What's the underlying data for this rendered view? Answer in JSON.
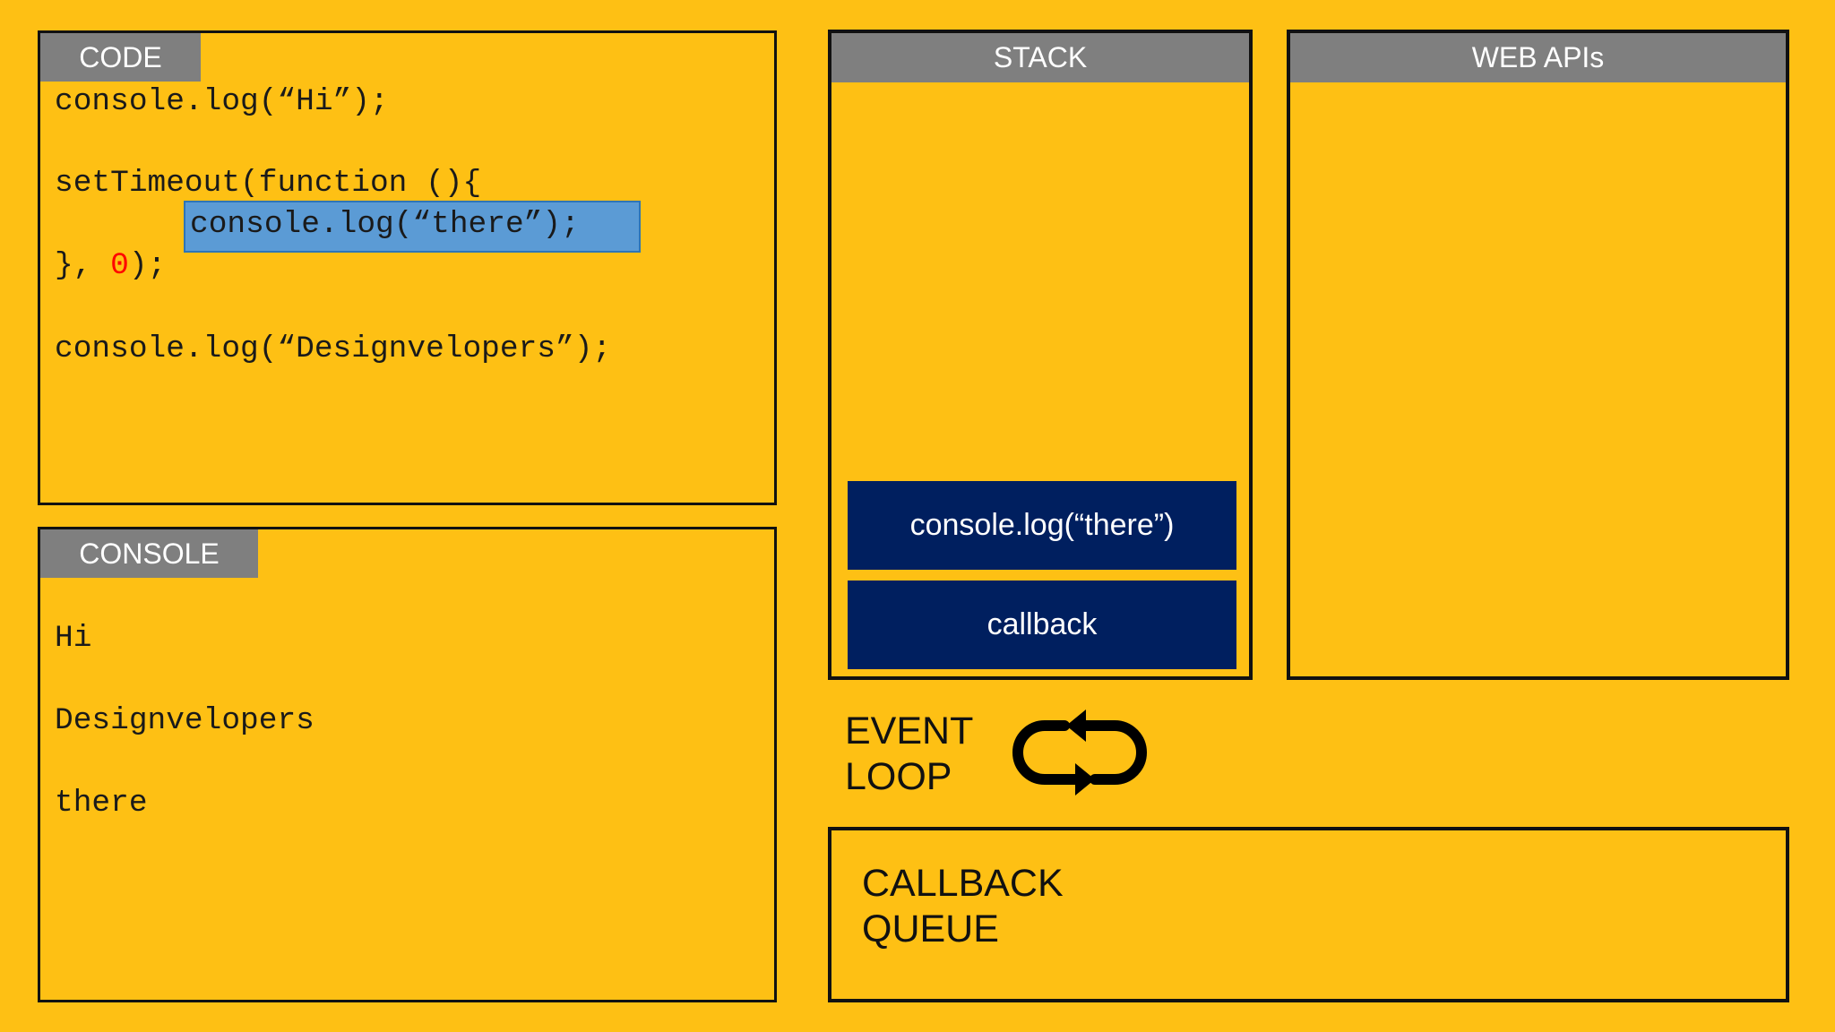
{
  "code_panel": {
    "tab": "CODE",
    "lines": {
      "l1": "console.log(“Hi”);",
      "l2": "setTimeout(function (){",
      "l3": "console.log(“there”);",
      "l4a": "},",
      "l4_num": "0",
      "l4b": ");",
      "l5": "console.log(“Designvelopers”);"
    }
  },
  "console_panel": {
    "tab": "CONSOLE",
    "outputs": [
      "Hi",
      "Designvelopers",
      "there"
    ]
  },
  "stack_panel": {
    "tab": "STACK",
    "frames": [
      "console.log(“there”)",
      "callback"
    ]
  },
  "webapis_panel": {
    "tab": "WEB APIs"
  },
  "event_loop": {
    "line1": "EVENT",
    "line2": "LOOP",
    "icon": "loop-arrows-icon"
  },
  "callback_queue": {
    "line1": "CALLBACK",
    "line2": "QUEUE"
  },
  "colors": {
    "background": "#FEC014",
    "tab": "#7f7f7f",
    "stack_frame": "#001F5F",
    "highlight": "#5B9BD5",
    "number": "#FF0000"
  }
}
